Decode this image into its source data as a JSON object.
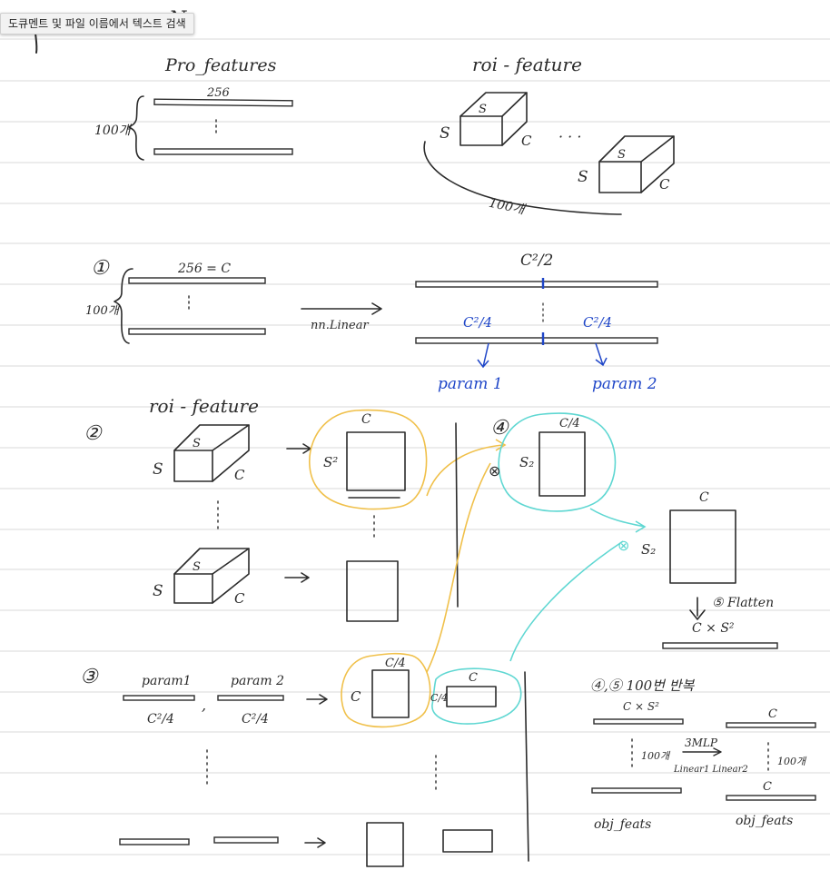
{
  "tooltip": {
    "text": "도큐멘트 및 파일 이름에서 텍스트 검색"
  },
  "notes": {
    "title_partial": "N",
    "top": {
      "pro_features": "Pro_features",
      "dim_256": "256",
      "count_100": "100개",
      "roi_feature": "roi - feature",
      "s": "S",
      "c": "C",
      "ellipsis": "· · ·",
      "count_100_bottom": "100개"
    },
    "step1": {
      "marker": "①",
      "dim_label": "256 = C",
      "count_100": "100개",
      "op": "nn.Linear",
      "c2_half": "C²/2",
      "c2_quarter_left": "C²/4",
      "c2_quarter_right": "C²/4",
      "param1": "param 1",
      "param2": "param 2"
    },
    "step2": {
      "marker": "②",
      "roi_feature": "roi - feature",
      "s": "S",
      "c": "C",
      "s2": "S²",
      "c_top": "C"
    },
    "step4": {
      "marker": "④",
      "c_quarter": "C/4",
      "s2": "S₂",
      "times": "⊗",
      "c_top": "C",
      "s2_right": "S₂",
      "flatten": "⑤ Flatten",
      "c_x_s2": "C × S²"
    },
    "step3": {
      "marker": "③",
      "param1": "param1",
      "param2": "param 2",
      "c2_4_a": "C²/4",
      "c2_4_b": "C²/4",
      "comma": ",",
      "c_quarter": "C/4",
      "c": "C",
      "c_quarter_side": "C/4",
      "c_top": "C"
    },
    "step45": {
      "title": "④,⑤ 100번 반복",
      "c_x_s2": "C × S²",
      "c_a": "C",
      "c_b": "C",
      "count_100_a": "100개",
      "count_100_b": "100개",
      "mlp": "3MLP",
      "linear": "Linear1 Linear2",
      "obj_feats_a": "obj_feats",
      "obj_feats_b": "obj_feats"
    }
  }
}
